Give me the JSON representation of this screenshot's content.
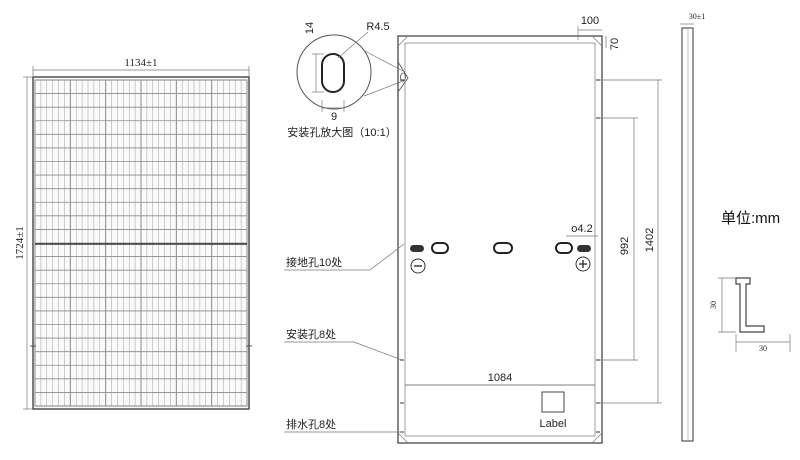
{
  "front_view": {
    "width_dim": "1134±1",
    "height_dim": "1724±1"
  },
  "detail": {
    "height_label": "14",
    "radius_label": "R4.5",
    "width_label": "9",
    "caption": "安装孔放大图（10:1）"
  },
  "back_view": {
    "top_dim_a": "100",
    "top_dim_b": "70",
    "hole_dim": "ο4.2",
    "dim_992": "992",
    "dim_1402": "1402",
    "dim_1084": "1084",
    "label_text": "Label",
    "callout_ground": "接地孔10处",
    "callout_mount": "安装孔8处",
    "callout_drain": "排水孔8处"
  },
  "side_view": {
    "thickness_dim": "30±1"
  },
  "unit_label": "单位:mm",
  "frame_section": {
    "height_dim": "30",
    "width_dim": "30"
  }
}
